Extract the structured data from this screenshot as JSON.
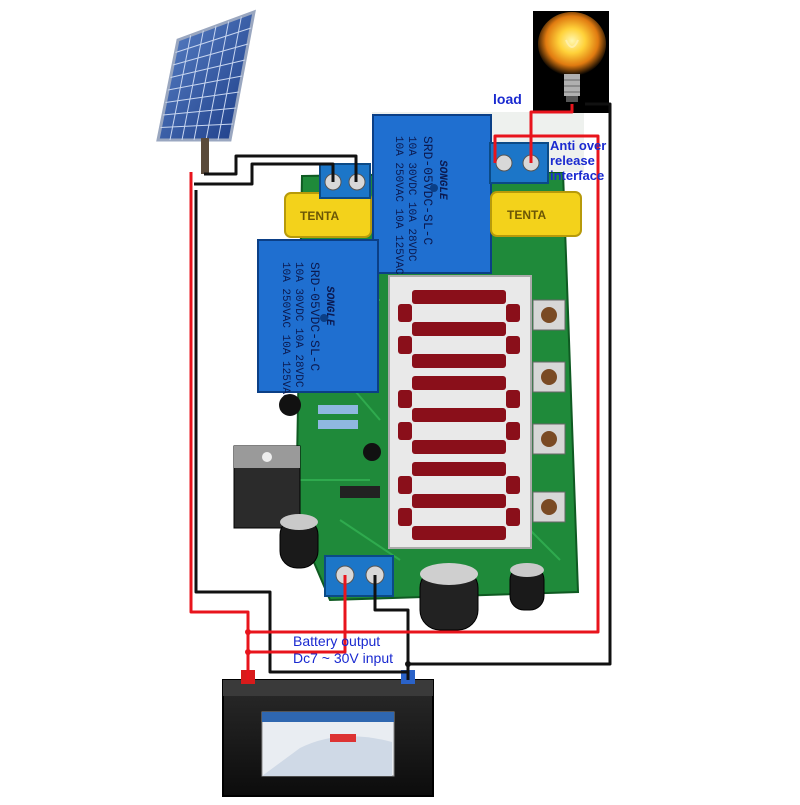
{
  "labels": {
    "load": "load",
    "anti_line1": "Anti over",
    "anti_line2": "release",
    "anti_line3": "interface",
    "battery_line1": "Battery output",
    "battery_line2": "Dc7 ~ 30V input"
  },
  "relays": [
    {
      "brand": "SONGLE",
      "spec1": "10A 250VAC 10A 125VAC",
      "spec2": "10A 30VDC 10A 28VDC",
      "model": "SRD-05VDC-SL-C"
    },
    {
      "brand": "SONGLE",
      "spec1": "10A 250VAC 10A 125VAC",
      "spec2": "10A 30VDC 10A 28VDC",
      "model": "SRD-05VDC-SL-C"
    }
  ],
  "capacitors": [
    {
      "brand": "TENTA"
    },
    {
      "brand": "TENTA"
    }
  ],
  "colors": {
    "wire_red": "#e8141c",
    "wire_black": "#111111",
    "pcb_green": "#1f8a3a",
    "relay_blue": "#1f6fd0",
    "capacitor_yellow": "#f3d21b",
    "terminal_blue": "#1c76c8",
    "display_red": "#8a0f1a",
    "label_blue": "#1a2ad0"
  }
}
